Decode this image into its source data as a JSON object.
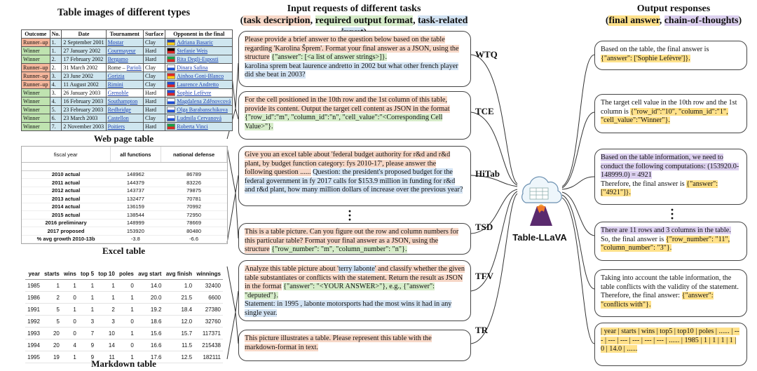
{
  "left": {
    "header": "Table images of different types",
    "web_caption": "Web page table",
    "excel_caption": "Excel table",
    "markdown_caption": "Markdown table",
    "web_table": {
      "headers": [
        "Outcome",
        "No.",
        "Date",
        "Tournament",
        "Surface",
        "Opponent in the final"
      ],
      "rows": [
        [
          "Runner–up",
          "1.",
          "2 September 2001",
          "Mostar",
          "Clay",
          "Adriana Basaric"
        ],
        [
          "Winner",
          "1.",
          "27 January 2002",
          "Courmayeur",
          "Hard",
          "Stefanie Weis"
        ],
        [
          "Winner",
          "2.",
          "17 February 2002",
          "Bergamo",
          "Hard",
          "Rita Degli-Esposti"
        ],
        [
          "Runner–up",
          "2.",
          "31 March 2002",
          "Rome – Parioli",
          "Clay",
          "Dinara Safina"
        ],
        [
          "Runner–up",
          "3.",
          "23 June 2002",
          "Gorizia",
          "Clay",
          "Ainhoa Goni-Blanco"
        ],
        [
          "Runner–up",
          "4.",
          "11 August 2002",
          "Rimini",
          "Clay",
          "Laurence Andretto"
        ],
        [
          "Winner",
          "3.",
          "26 January 2003",
          "Grenoble",
          "Hard",
          "Sophie Lefèvre"
        ],
        [
          "Winner",
          "4.",
          "16 February 2003",
          "Southampton",
          "Hard",
          "Magdalena Zděnovcová"
        ],
        [
          "Winner",
          "5.",
          "23 February 2003",
          "Redbridge",
          "Hard",
          "Olga Barabanschikova"
        ],
        [
          "Winner",
          "6.",
          "23 March 2003",
          "Castellon",
          "Clay",
          "Ludmila Cervanová"
        ],
        [
          "Winner",
          "7.",
          "2 November 2003",
          "Poitiers",
          "Hard",
          "Roberta Vinci"
        ]
      ],
      "row_colors": [
        "#f4b69c",
        "#bfe3b0",
        "#bfe3b0",
        "#f4b69c",
        "#f4b69c",
        "#f4b69c",
        "#bfe3b0",
        "#bfe3b0",
        "#bfe3b0",
        "#bfe3b0",
        "#bfe3b0"
      ],
      "cell_colors": [
        "#cfe6ef",
        "#cfe6ef",
        "#cfe6ef",
        "#ffffff",
        "#cfe6ef",
        "#cfe6ef",
        "#ffffff",
        "#cfe6ef",
        "#cfe6ef",
        "#cfe6ef",
        "#cfe6ef"
      ],
      "flag_colors": [
        [
          "#1e40af",
          "#facc15"
        ],
        [
          "#000",
          "#dc2626"
        ],
        [
          "#16a34a",
          "#dc2626"
        ],
        [
          "#ffffff",
          "#1d4ed8"
        ],
        [
          "#dc2626",
          "#facc15"
        ],
        [
          "#1d4ed8",
          "#dc2626"
        ],
        [
          "#1d4ed8",
          "#dc2626"
        ],
        [
          "#ffffff",
          "#1d4ed8"
        ],
        [
          "#ffffff",
          "#1d4ed8"
        ],
        [
          "#ffffff",
          "#1d4ed8"
        ],
        [
          "#16a34a",
          "#dc2626"
        ]
      ]
    },
    "excel_table": {
      "headers": [
        "fiscal year",
        "all functions",
        "national defense"
      ],
      "rows": [
        [
          "2010 actual",
          "148962",
          "86789"
        ],
        [
          "2011 actual",
          "144379",
          "83226"
        ],
        [
          "2012 actual",
          "143737",
          "79875"
        ],
        [
          "2013 actual",
          "132477",
          "70781"
        ],
        [
          "2014 actual",
          "136159",
          "70992"
        ],
        [
          "2015 actual",
          "138544",
          "72950"
        ],
        [
          "2016 preliminary",
          "148999",
          "78669"
        ],
        [
          "2017 proposed",
          "153920",
          "80480"
        ],
        [
          "% avg growth 2010-13b",
          "-3.8",
          "-6.6"
        ]
      ]
    },
    "markdown_table": {
      "headers": [
        "year",
        "starts",
        "wins",
        "top 5",
        "top 10",
        "poles",
        "avg start",
        "avg finish",
        "winnings"
      ],
      "rows": [
        [
          "1985",
          "1",
          "1",
          "1",
          "1",
          "0",
          "14.0",
          "1.0",
          "32400"
        ],
        [
          "1986",
          "2",
          "0",
          "1",
          "1",
          "1",
          "20.0",
          "21.5",
          "6600"
        ],
        [
          "1991",
          "5",
          "1",
          "1",
          "2",
          "1",
          "19.2",
          "18.4",
          "27380"
        ],
        [
          "1992",
          "5",
          "0",
          "3",
          "3",
          "0",
          "18.6",
          "12.0",
          "32760"
        ],
        [
          "1993",
          "20",
          "0",
          "7",
          "10",
          "1",
          "15.6",
          "15.7",
          "117371"
        ],
        [
          "1994",
          "20",
          "4",
          "9",
          "14",
          "0",
          "16.6",
          "11.5",
          "215438"
        ],
        [
          "1995",
          "19",
          "1",
          "9",
          "11",
          "1",
          "17.6",
          "12.5",
          "182111"
        ]
      ]
    }
  },
  "middle": {
    "header1": "Input requests of different tasks",
    "header2_pre": "(",
    "header2_task": "task description",
    "header2_sep1": ", ",
    "header2_fmt": "required output format",
    "header2_sep2": ", ",
    "header2_inp": "task-related input",
    "header2_post": ")",
    "boxes": {
      "wtq": {
        "task": "Please provide a brief answer to the question below based on the table regarding 'Karolina Šprem'. Format your final answer as a JSON, using the structure",
        "fmt": "{\"answer\": [<a list of answer strings>]}.",
        "inp": "karolina sprem beat laurence andretto in 2002 but what other french player did she beat in 2003?"
      },
      "tce": {
        "task": "For the cell positioned in the 10th row and the 1st column of this table, provide its content. Output the target cell content as JSON in the format",
        "fmt": "{\"row_id\":\"m\", \"column_id\":\"n\", \"cell_value\":\"<Corresponding Cell Value>\"}."
      },
      "hitab": {
        "task": "Give you an excel table about 'federal budget authority for r&d and r&d plant, by budget function category: fys 2010-17', please answer the following question ......",
        "inp": "Question: the president's proposed budget for the federal government in fy 2017 calls for $153.9 million in funding for r&d and r&d plant, how many million dollars of increase over the previous year?"
      },
      "tsd": {
        "task": "This is a table picture. Can you figure out the row and column numbers for this particular table? Format your final answer as a JSON, using the structure",
        "fmt": "{\"row_number\": \"m\", \"column_number\": \"n\"}."
      },
      "tfv": {
        "task_pre": "Analyze this table picture about '",
        "task_name": "terry labonte",
        "task_post": "' and classify whether the given table substantiates or conflicts with the statement. Return the result as JSON in the format",
        "fmt": "{\"answer\": \"<YOUR ANSWER>\"}, e.g., {\"answer\": \"deputed\"}.",
        "inp": "Statement: in 1995 , labonte motorsports had the most wins it had in any single year."
      },
      "tr": {
        "task": "This picture illustrates a table. Please represent this table with the markdown-format in text."
      }
    },
    "tags": [
      "WTQ",
      "TCE",
      "HiTab",
      "TSD",
      "TFV",
      "TR"
    ]
  },
  "right": {
    "header1": "Output responses",
    "header2_pre": "(",
    "header2_ans": "final answer",
    "header2_sep": ", ",
    "header2_cot": "chain-of-thoughts",
    "header2_post": ")",
    "model_name": "Table-LLaVA",
    "r1": {
      "text": "Based on the table, the final answer is",
      "ans": "{\"answer\": ['Sophie Lefèvre']}."
    },
    "r2": {
      "text": "The target cell value in the 10th row and the 1st column is",
      "ans": "{\"row_id\":\"10\", \"column_id\":\"1\", \"cell_value\":\"Winner\"}."
    },
    "r3": {
      "cot": "Based on the table information, we need to conduct the following computations: (153920.0-148999.0) = 4921",
      "text": "Therefore, the final answer is",
      "ans": "{\"answer\": [\"4921\"]}."
    },
    "r4": {
      "cot": "There are 11 rows and 3 columns in the table.",
      "text": "So, the final answer is",
      "ans": "{\"row_number\": \"11\", \"column_number\": \"3\"}."
    },
    "r5": {
      "text": "Taking into account the table information, the table conflicts with the validity of the statement. Therefore, the final answer:",
      "ans": "{\"answer\": \"conflicts with\"}."
    },
    "r6": {
      "ans": "| year | starts | wins | top5 | top10 | poles | ...... | --- | --- | --- | --- | --- | --- | ...... | 1985 | 1 | 1 | 1 | 1 | 0 | 14.0 | ......"
    }
  },
  "colors": {
    "task": "#f7d8c8",
    "format": "#d6ecc9",
    "input": "#d3e3f3",
    "answer": "#ffe18a",
    "cot": "#dcd0ef"
  }
}
